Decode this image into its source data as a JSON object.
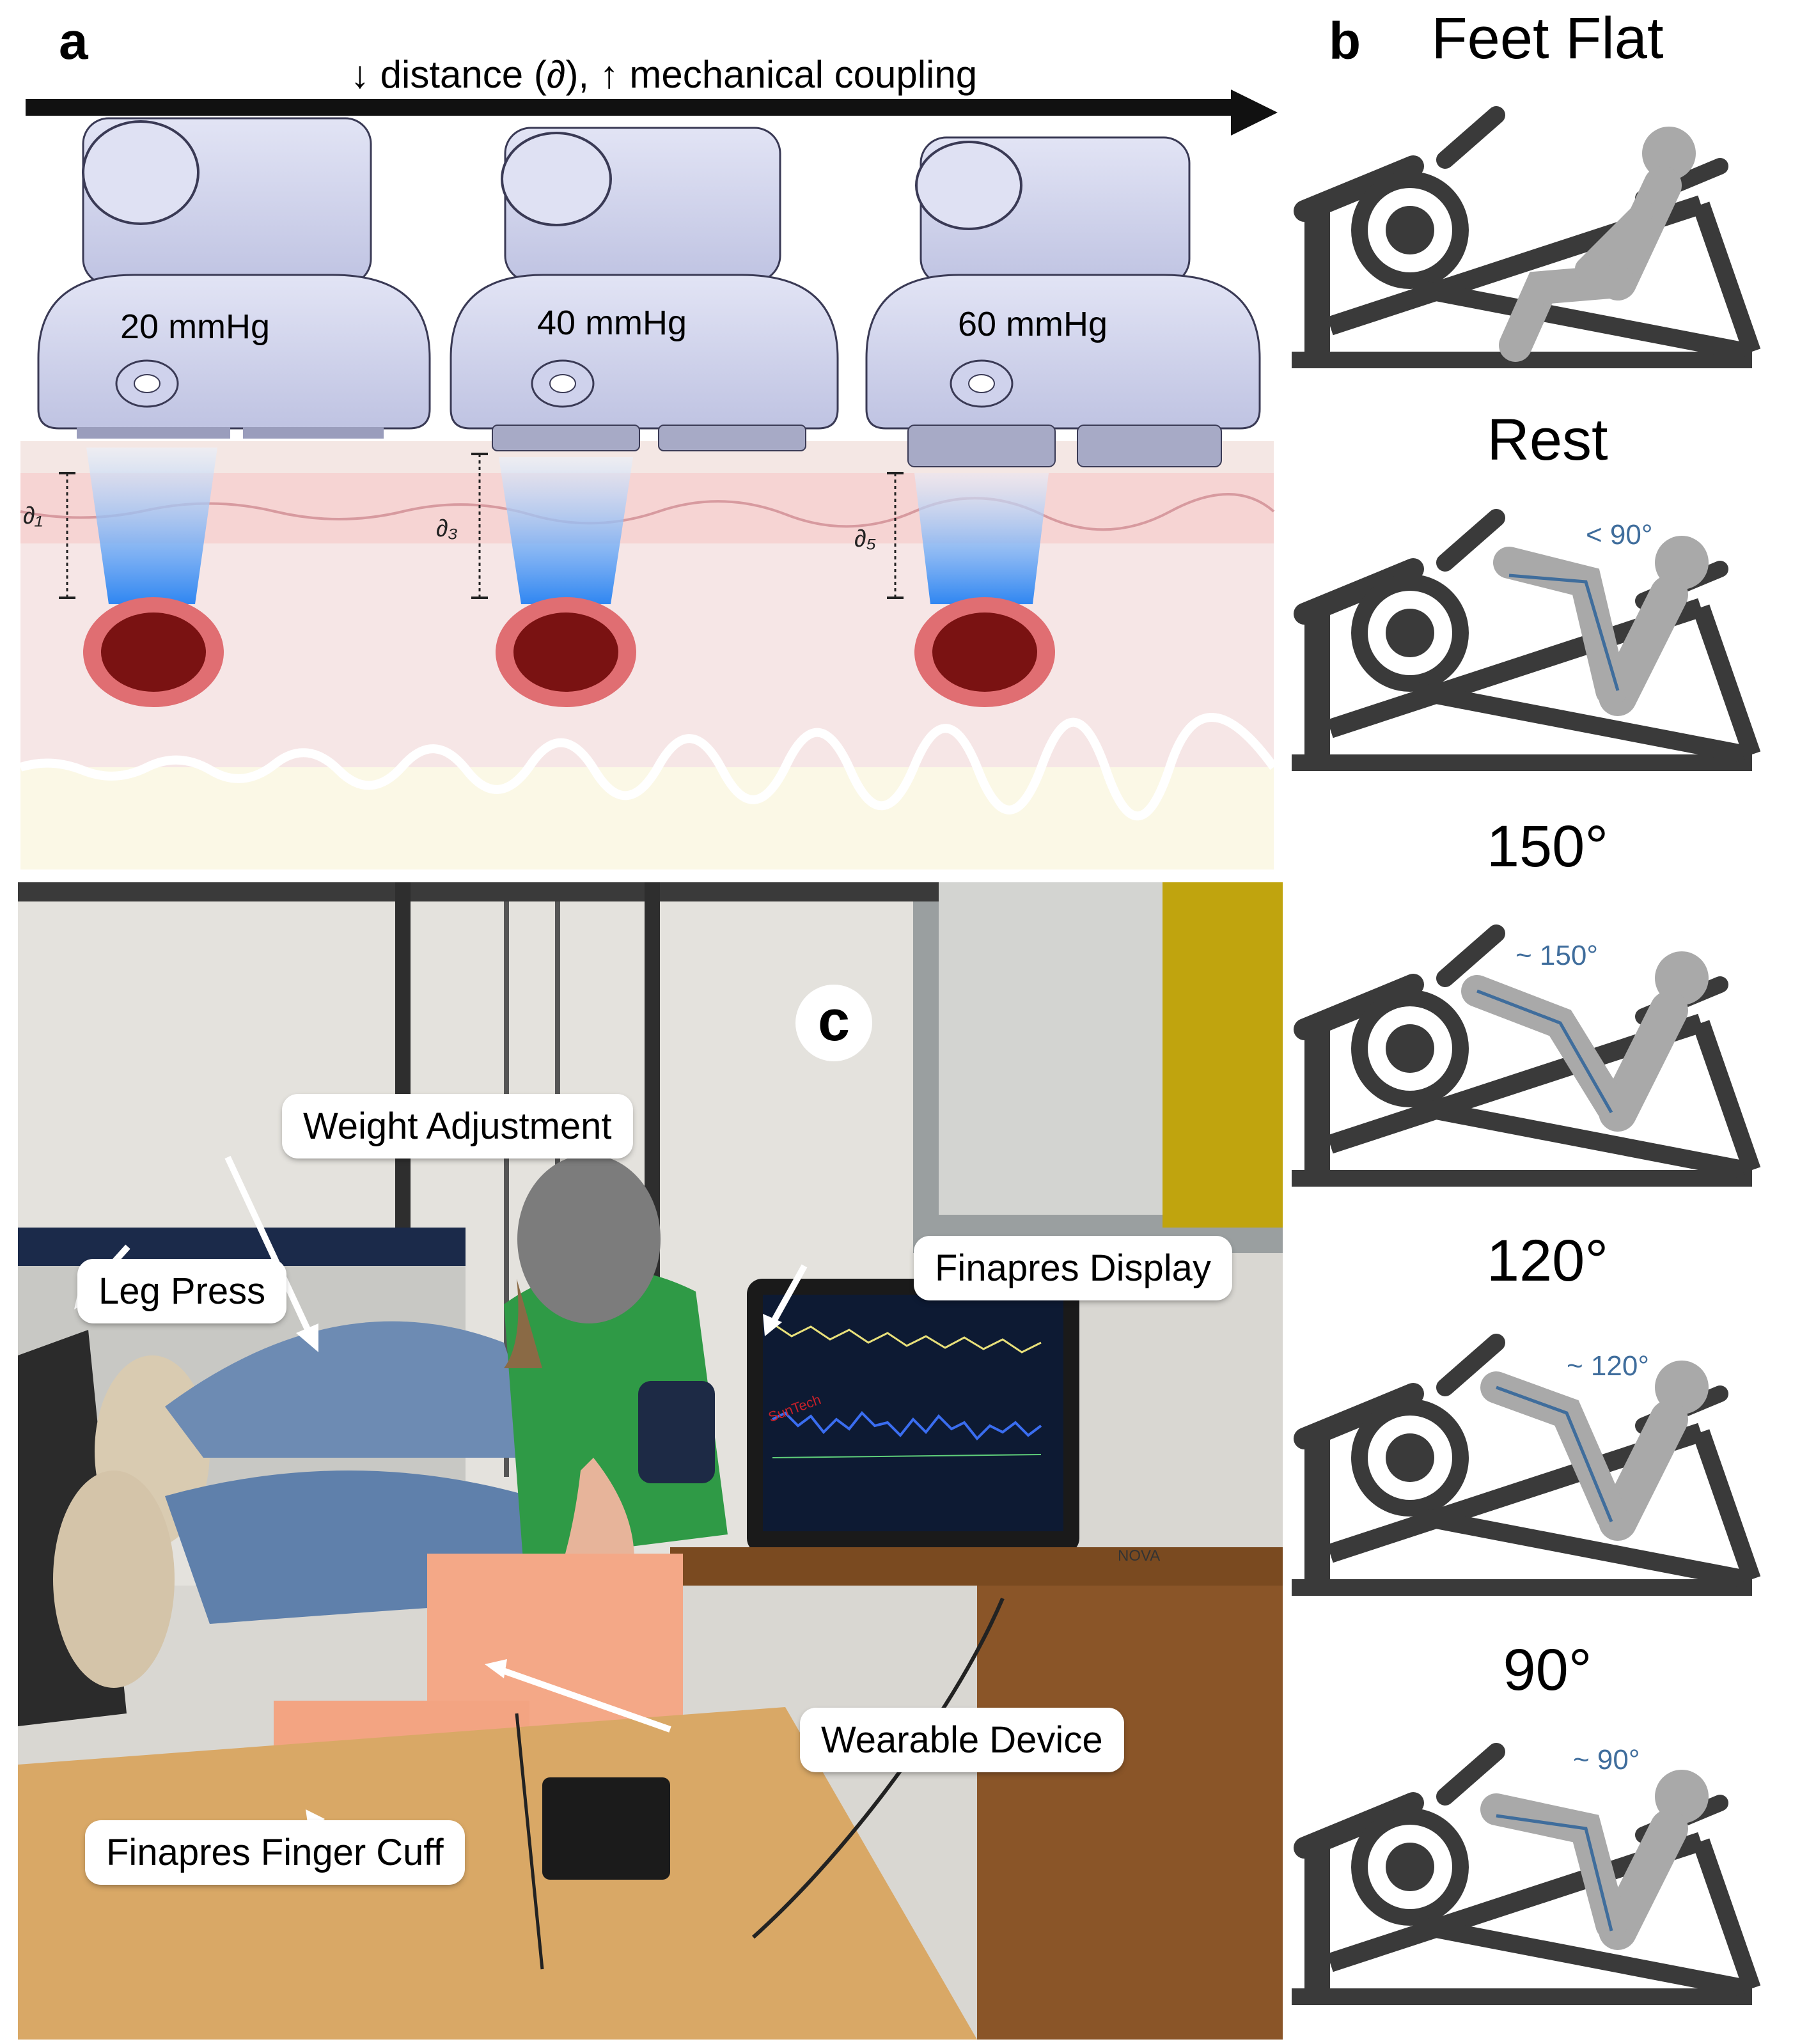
{
  "panel_a": {
    "letter": "a",
    "arrow_label": "↓ distance (∂), ↑ mechanical coupling",
    "sensors": [
      {
        "pressure": "20 mmHg",
        "distance_label": "∂₁"
      },
      {
        "pressure": "40 mmHg",
        "distance_label": "∂₃"
      },
      {
        "pressure": "60 mmHg",
        "distance_label": "∂₅"
      }
    ],
    "colors": {
      "sensor_body": "#d4d7ef",
      "skin": "#f6dada",
      "dermis": "#f1c9c9",
      "fat": "#fbf7e4",
      "vessel": "#7e1414",
      "ultrasound": "#3d8ff0"
    }
  },
  "panel_b": {
    "letter": "b",
    "positions": [
      {
        "title": "Feet Flat",
        "angle": ""
      },
      {
        "title": "Rest",
        "angle": "< 90°"
      },
      {
        "title": "150°",
        "angle": "~ 150°"
      },
      {
        "title": "120°",
        "angle": "~ 120°"
      },
      {
        "title": "90°",
        "angle": "~ 90°"
      }
    ],
    "colors": {
      "machine": "#3a3a3a",
      "person": "#a9a9a9",
      "angle_line": "#3f6d9c"
    }
  },
  "panel_c": {
    "letter": "c",
    "callouts": {
      "weight_adjustment": "Weight Adjustment",
      "leg_press": "Leg Press",
      "finapres_display": "Finapres Display",
      "wearable_device": "Wearable Device",
      "finapres_finger_cuff": "Finapres Finger Cuff"
    },
    "monitor_brand": "NOVA",
    "cuff_brand": "SunTech"
  }
}
